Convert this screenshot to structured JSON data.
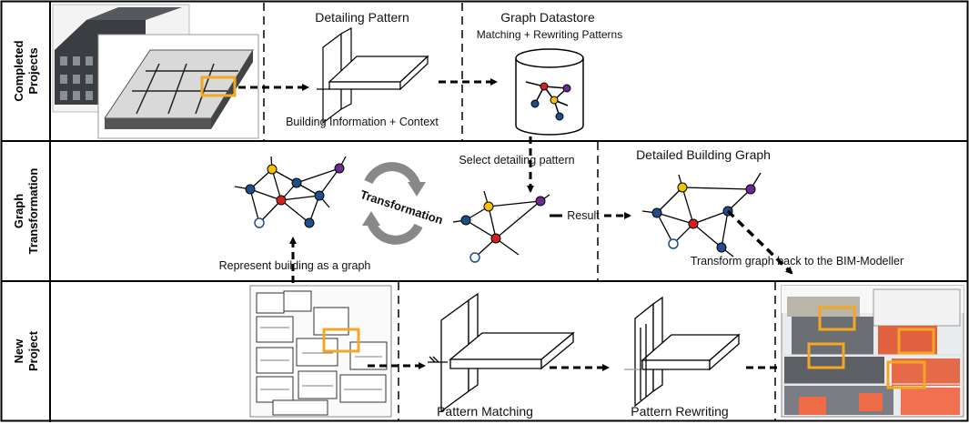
{
  "rows": {
    "completed": [
      "Completed",
      "Projects"
    ],
    "graph": [
      "Graph",
      "Transformation"
    ],
    "new": [
      "New",
      "Project"
    ]
  },
  "labels": {
    "detailing_pattern": "Detailing Pattern",
    "graph_datastore": "Graph Datastore",
    "matching_rewriting": "Matching + Rewriting Patterns",
    "building_info": "Building Information + Context",
    "select_pattern": "Select detailing pattern",
    "detailed_graph": "Detailed Building Graph",
    "transformation": "Transformation",
    "result": "Result",
    "represent": "Represent building as a graph",
    "transform_back": "Transform graph back to the BIM-Modeller",
    "pattern_matching": "Pattern Matching",
    "pattern_rewriting": "Pattern Rewriting"
  },
  "colors": {
    "highlight": "#f5a623",
    "node_blue": "#1f4e8c",
    "node_yellow": "#f2c200",
    "node_red": "#d62020",
    "node_purple": "#6a2c91",
    "node_light": "#ffffff"
  }
}
